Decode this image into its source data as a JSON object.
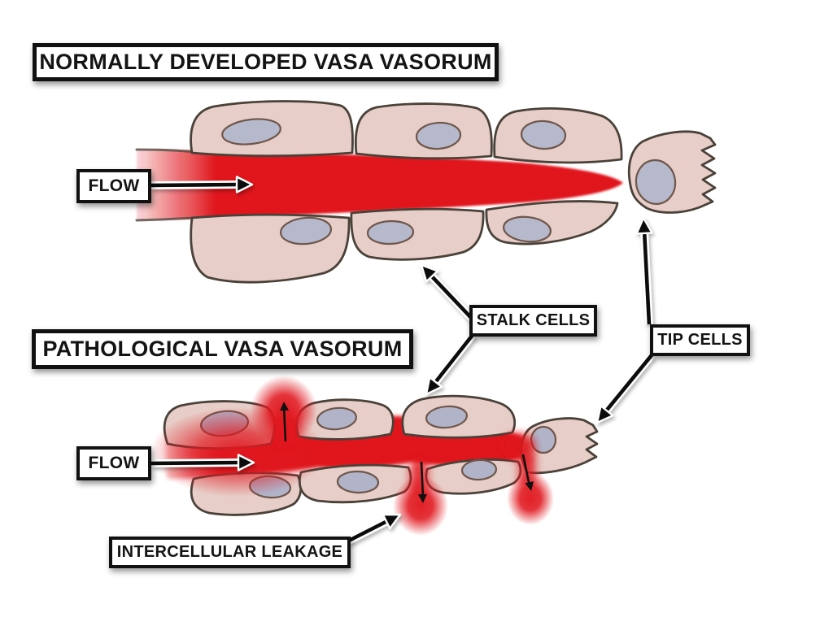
{
  "panels": {
    "normal": {
      "title": "NORMALLY DEVELOPED VASA VASORUM",
      "flow_label": "FLOW"
    },
    "pathological": {
      "title": "PATHOLOGICAL VASA VASORUM",
      "flow_label": "FLOW"
    }
  },
  "annotations": {
    "stalk_cells": "STALK CELLS",
    "tip_cells": "TIP CELLS",
    "intercellular_leakage": "INTERCELLULAR LEAKAGE"
  },
  "diagram": {
    "normal_vessel": {
      "stalk_cells_top_row": 3,
      "stalk_cells_bottom_row": 3,
      "tip_cells": 1,
      "leak_points": 0
    },
    "pathological_vessel": {
      "stalk_cells_top_row": 3,
      "stalk_cells_bottom_row": 3,
      "tip_cells": 1,
      "leak_points": 3
    }
  },
  "colors": {
    "blood_red": "#e0181f",
    "cell_fill": "#e7cec8",
    "cell_outline": "#4a4139",
    "nucleus_fill": "#b6b9cc",
    "nucleus_outline": "#6e564a",
    "label_border": "#111111",
    "background": "#ffffff"
  }
}
